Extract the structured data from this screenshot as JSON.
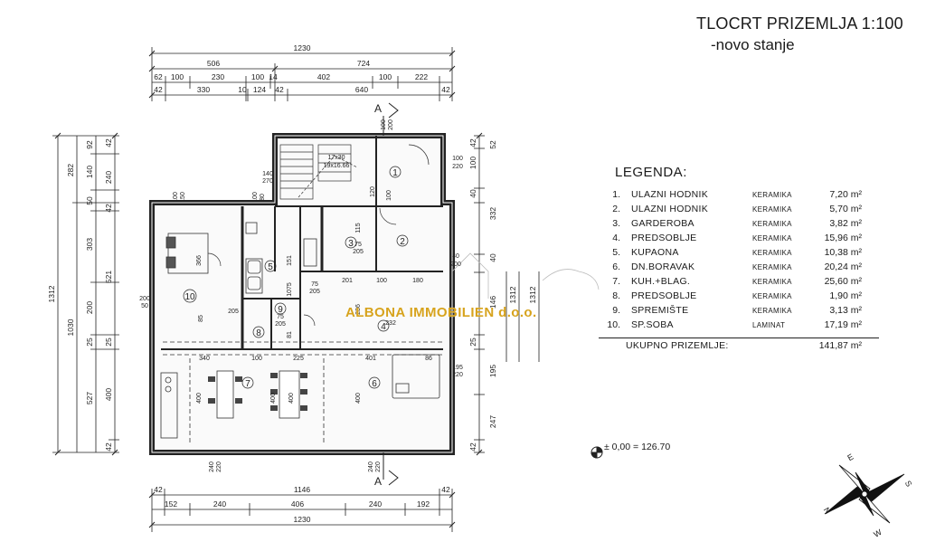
{
  "title": "TLOCRT PRIZEMLJA 1:100",
  "subtitle": "-novo stanje",
  "legend_title": "LEGENDA:",
  "legend": [
    {
      "num": "1.",
      "name": "ULAZNI HODNIK",
      "material": "KERAMIKA",
      "area": "7,20 m²"
    },
    {
      "num": "2.",
      "name": "ULAZNI HODNIK",
      "material": "KERAMIKA",
      "area": "5,70 m²"
    },
    {
      "num": "3.",
      "name": "GARDEROBA",
      "material": "KERAMIKA",
      "area": "3,82 m²"
    },
    {
      "num": "4.",
      "name": "PREDSOBLJE",
      "material": "KERAMIKA",
      "area": "15,96 m²"
    },
    {
      "num": "5.",
      "name": "KUPAONA",
      "material": "KERAMIKA",
      "area": "10,38 m²"
    },
    {
      "num": "6.",
      "name": "DN.BORAVAK",
      "material": "KERAMIKA",
      "area": "20,24 m²"
    },
    {
      "num": "7.",
      "name": "KUH.+BLAG.",
      "material": "KERAMIKA",
      "area": "25,60 m²"
    },
    {
      "num": "8.",
      "name": "PREDSOBLJE",
      "material": "KERAMIKA",
      "area": "1,90 m²"
    },
    {
      "num": "9.",
      "name": "SPREMIŠTE",
      "material": "KERAMIKA",
      "area": "3,13 m²"
    },
    {
      "num": "10.",
      "name": "SP.SOBA",
      "material": "LAMINAT",
      "area": "17,19 m²"
    }
  ],
  "total_label": "UKUPNO PRIZEMLJE:",
  "total_value": "141,87 m²",
  "elevation": "± 0,00 = 126.70",
  "watermark": "ALBONA IMMOBILIEN d.o.o.",
  "section_marker": "A",
  "compass": {
    "north": "N",
    "east": "E",
    "south": "S",
    "west": "W"
  },
  "dims_top": {
    "total": "1230",
    "row1": [
      "506",
      "724"
    ],
    "row2": [
      "62",
      "100",
      "230",
      "100",
      "14",
      "402",
      "100",
      "222"
    ],
    "row3": [
      "42",
      "330",
      "10",
      "124",
      "42",
      "640",
      "42"
    ]
  },
  "dims_bottom": {
    "row1": [
      "42",
      "1146",
      "42"
    ],
    "row2": [
      "152",
      "240",
      "406",
      "240",
      "192"
    ],
    "total": "1230"
  },
  "dims_left": {
    "outer": "1312",
    "col_a": [
      "282",
      "1030"
    ],
    "col_b": [
      "92",
      "140",
      "50",
      "303",
      "200",
      "25",
      "527"
    ],
    "col_c": [
      "42",
      "240",
      "42",
      "521",
      "25",
      "400",
      "42"
    ]
  },
  "dims_right": {
    "col_a": [
      "42",
      "100",
      "52",
      "332",
      "40",
      "40",
      "146",
      "25",
      "195",
      "247",
      "42"
    ],
    "outer": [
      "1312",
      "1312"
    ]
  },
  "room_numbers": [
    "1",
    "2",
    "3",
    "4",
    "5",
    "6",
    "7",
    "8",
    "9",
    "10"
  ],
  "inner_dims": [
    "100",
    "150",
    "100",
    "80",
    "100",
    "200",
    "140",
    "270",
    "100",
    "220",
    "17x30",
    "19x16.66",
    "120",
    "100",
    "115",
    "75",
    "205",
    "40",
    "200",
    "40",
    "200",
    "151",
    "366",
    "201",
    "100",
    "180",
    "85",
    "205",
    "200",
    "50",
    "3",
    "7",
    "5",
    "1075",
    "75",
    "205",
    "75",
    "205",
    "25",
    "81",
    "100",
    "236",
    "232",
    "85",
    "340",
    "100",
    "225",
    "401",
    "86",
    "195",
    "220",
    "400",
    "400",
    "400",
    "400",
    "240",
    "220",
    "240",
    "220"
  ]
}
